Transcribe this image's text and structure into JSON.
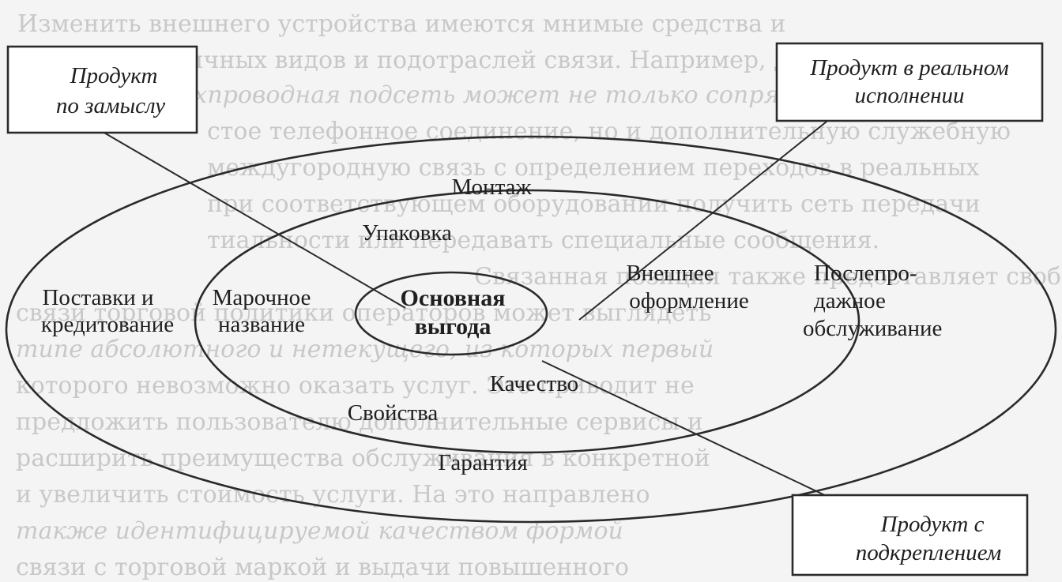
{
  "background_text_lines": [
    "Изменить внешнего устройства имеются мнимые средства и",
    "различных видов и подотраслей связи. Например, даже в",
    "трехпроводная подсеть может не только сопряжения как",
    "стое телефонное соединение, но и дополнительную служебную",
    "междугородную связь с определением переходов в реальных",
    "при соответствующем оборудовании получить сеть передачи",
    "тиальности или передавать специальные сообщения.",
    "Связанная позиция также предоставляет свободу",
    "связи торговой политики операторов может выглядеть",
    "типе абсолютного и нетекущего, из которых первый",
    "которого невозможно оказать услуг. Это приводит не",
    "предложить пользователю дополнительные сервисы и",
    "расширить преимущества обслуживания в конкретной",
    "и увеличить стоимость услуги. На это направлено",
    "также идентифицируемой качеством формой",
    "связи с торговой маркой и выдачи повышенного"
  ],
  "rings": {
    "core_line1": "Основная",
    "core_line2": "выгода",
    "real": {
      "montazh": "Монтаж",
      "upakovka": "Упаковка",
      "marochnoe_line1": "Марочное",
      "marochnoe_line2": "название",
      "vneshnee_line1": "Внешнее",
      "vneshnee_line2": "оформление",
      "kachestvo": "Качество",
      "svoystva": "Свойства"
    },
    "augmented": {
      "postavki_line1": "Поставки и",
      "postavki_line2": "кредитование",
      "poslepro_line1": "Послепро-",
      "poslepro_line2": "дажное",
      "poslepro_line3": "обслуживание",
      "garantiya": "Гарантия"
    }
  },
  "boxes": {
    "by_design_line1": "Продукт",
    "by_design_line2": "по замыслу",
    "actual_line1": "Продукт в реальном",
    "actual_line2": "исполнении",
    "augmented_line1": "Продукт с",
    "augmented_line2": "подкреплением"
  }
}
